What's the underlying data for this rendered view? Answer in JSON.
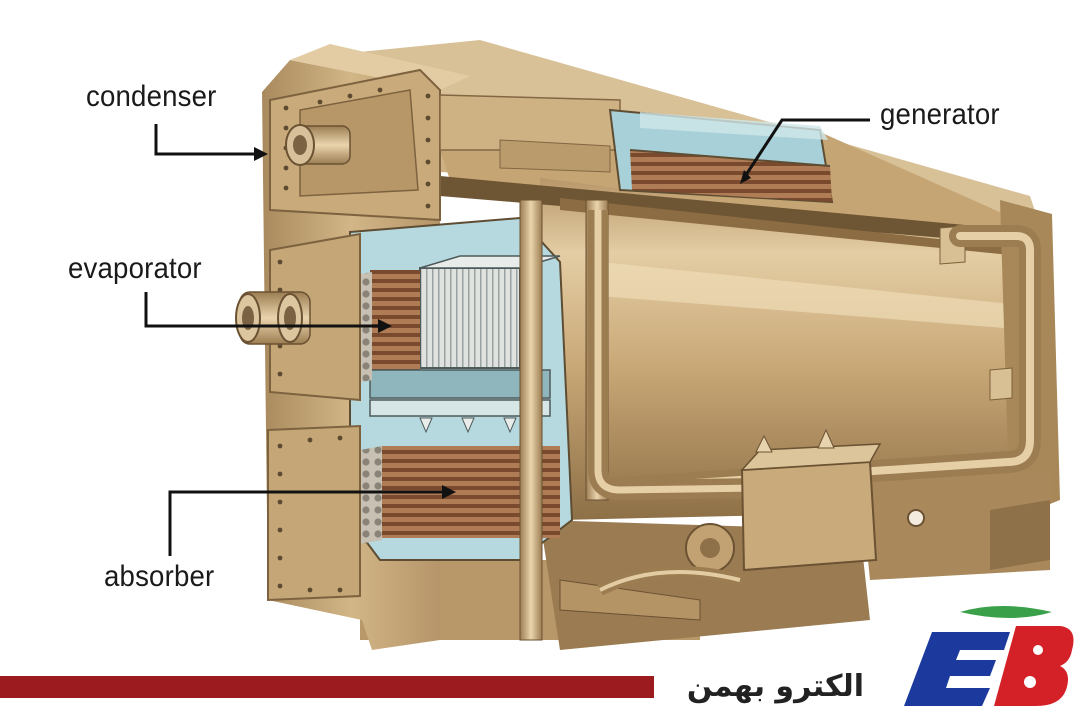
{
  "labels": {
    "condenser": "condenser",
    "generator": "generator",
    "evaporator": "evaporator",
    "absorber": "absorber"
  },
  "brand": {
    "name": "الکترو بهمن",
    "logo_text": "EB",
    "colors": {
      "bar": "#9b1b1e",
      "logo_blue": "#1c3a9e",
      "logo_red": "#d42027",
      "logo_green": "#3aa14a"
    }
  },
  "illustration": {
    "subject": "absorption-chiller-cutaway",
    "body_color": "#c8a878",
    "tube_color": "#8c5a38",
    "water_color": "#a9d4dc"
  }
}
